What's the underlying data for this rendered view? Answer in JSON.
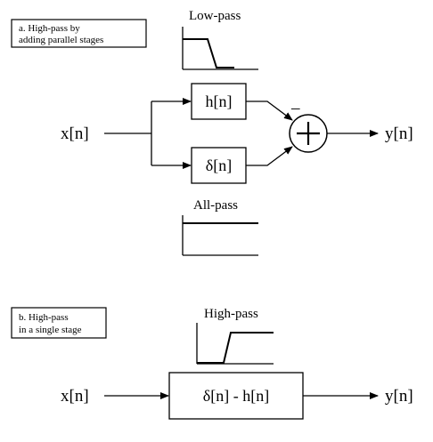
{
  "colors": {
    "ink": "#000000",
    "background": "#ffffff"
  },
  "part_a": {
    "caption_line1": "a.  High-pass by",
    "caption_line2": "adding parallel stages",
    "lowpass_label": "Low-pass",
    "allpass_label": "All-pass",
    "input_label": "x[n]",
    "output_label": "y[n]",
    "block_top": "h[n]",
    "block_bottom": "δ[n]",
    "minus_sign": "–",
    "adder_symbol": "plus-in-circle"
  },
  "part_b": {
    "caption_line1": "b.  High-pass",
    "caption_line2": "in a single stage",
    "highpass_label": "High-pass",
    "input_label": "x[n]",
    "output_label": "y[n]",
    "block": "δ[n] - h[n]"
  }
}
